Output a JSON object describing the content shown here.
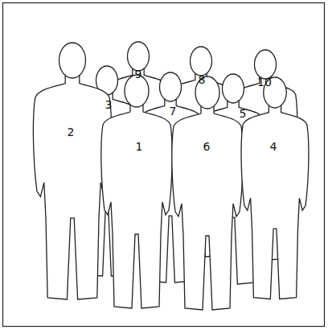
{
  "diagram": {
    "labels": [
      "9",
      "8",
      "10",
      "3",
      "7",
      "5",
      "2",
      "1",
      "6",
      "4"
    ]
  }
}
